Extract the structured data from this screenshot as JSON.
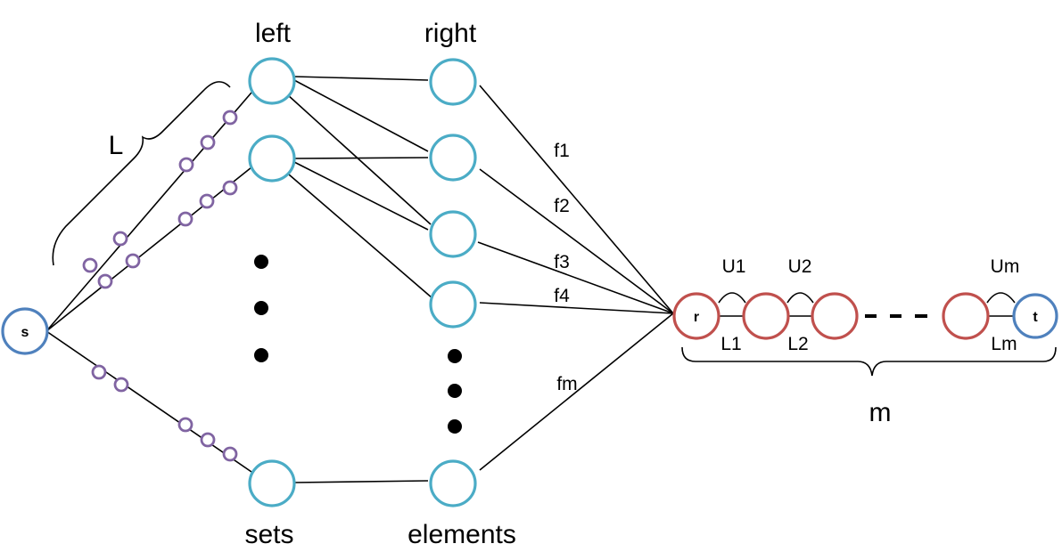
{
  "diagram": {
    "column_labels": {
      "left": "left",
      "right": "right",
      "sets": "sets",
      "elements": "elements"
    },
    "source_label": "s",
    "sink_label": "t",
    "root_label": "r",
    "brace_L_label": "L",
    "brace_m_label": "m",
    "edge_labels": [
      "f1",
      "f2",
      "f3",
      "f4",
      "fm"
    ],
    "upper_labels": [
      "U1",
      "U2",
      "Um"
    ],
    "lower_labels": [
      "L1",
      "L2",
      "Lm"
    ],
    "colors": {
      "left_right_nodes": "#4bacc6",
      "chain_nodes": "#c0504d",
      "source_sink_nodes": "#4f81bd",
      "path_nodes": "#8064a2"
    }
  }
}
